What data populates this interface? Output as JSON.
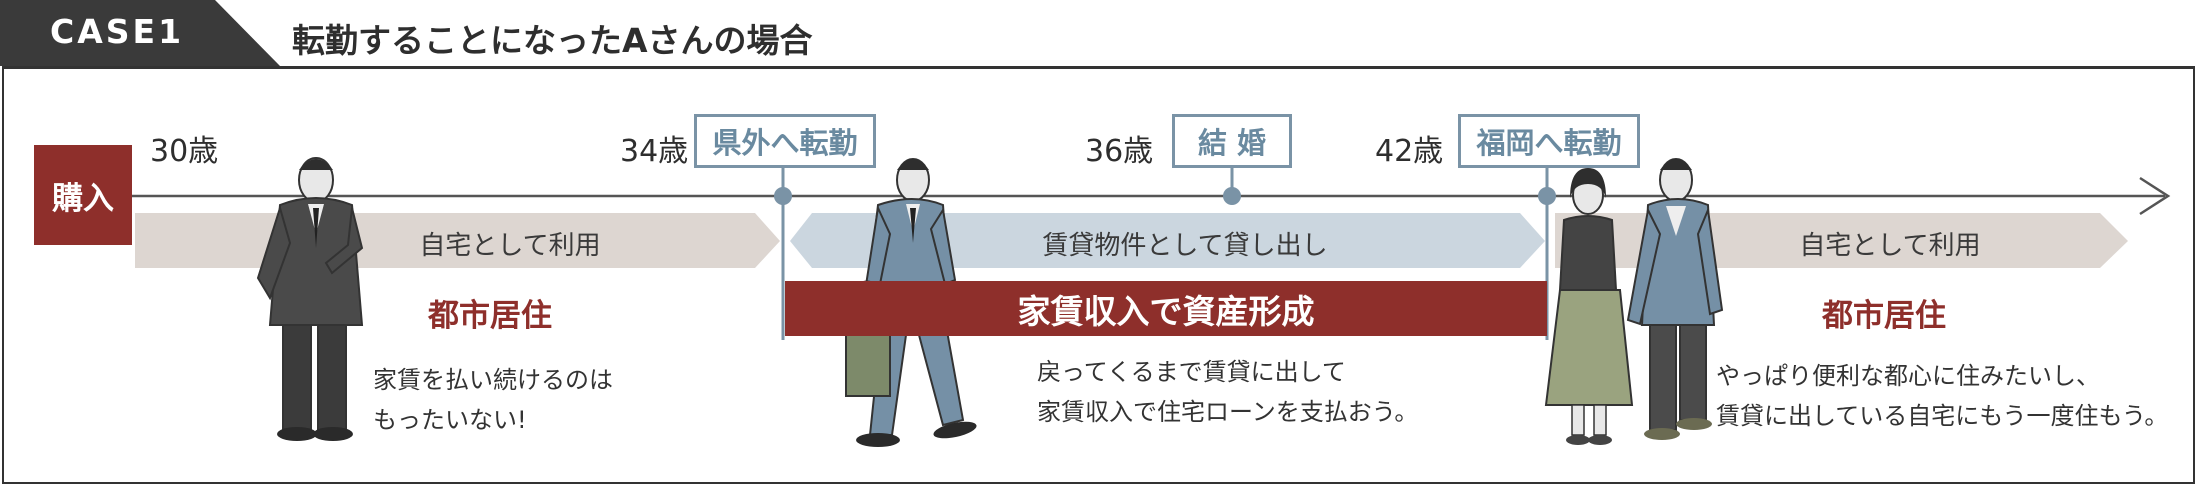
{
  "case": {
    "label": "CASE1",
    "title": "転勤することになったAさんの場合"
  },
  "purchase_label": "購入",
  "ages": {
    "a30": "30歳",
    "a34": "34歳",
    "a36": "36歳",
    "a42": "42歳"
  },
  "events": {
    "e34": "県外へ転勤",
    "e36": "結 婚",
    "e42": "福岡へ転勤"
  },
  "bands": {
    "own_use_1": "自宅として利用",
    "rental": "賃貸物件として貸し出し",
    "own_use_2": "自宅として利用"
  },
  "income_bar": "家賃収入で資産形成",
  "phase1": {
    "heading": "都市居住",
    "line1": "家賃を払い続けるのは",
    "line2": "もったいない!"
  },
  "phase2": {
    "line1": "戻ってくるまで賃貸に出して",
    "line2": "家賃収入で住宅ローンを支払おう。"
  },
  "phase3": {
    "heading": "都市居住",
    "line1": "やっぱり便利な都心に住みたいし、",
    "line2": "賃貸に出している自宅にもう一度住もう。"
  },
  "colors": {
    "accent_red": "#8e2f2b",
    "event_blue": "#7a93a6",
    "band_beige": "#ddd6d1",
    "band_blue": "#cbd6df"
  },
  "figures": [
    "man-in-suit-standing",
    "man-walking-with-bag",
    "couple-walking"
  ]
}
